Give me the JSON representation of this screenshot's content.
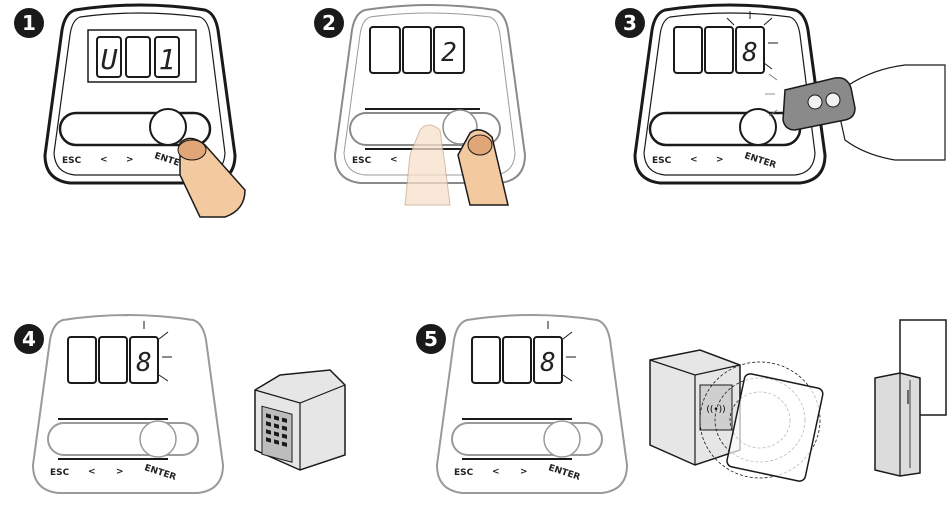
{
  "steps": [
    "1",
    "2",
    "3",
    "4",
    "5"
  ],
  "keypad_labels": {
    "esc": "ESC",
    "left": "<",
    "right": ">",
    "enter": "ENTER"
  },
  "displays": {
    "step1": [
      "U",
      "",
      "1"
    ],
    "step2": [
      "",
      "",
      "2"
    ],
    "step3": [
      "",
      "",
      "8"
    ],
    "step4": [
      "",
      "",
      "8"
    ],
    "step5": [
      "",
      "",
      "8"
    ]
  },
  "card_reader_mark": "((•))",
  "colors": {
    "skin": "#f3c9a0",
    "outline": "#1a1a1a",
    "device": "#dcdcdc"
  }
}
